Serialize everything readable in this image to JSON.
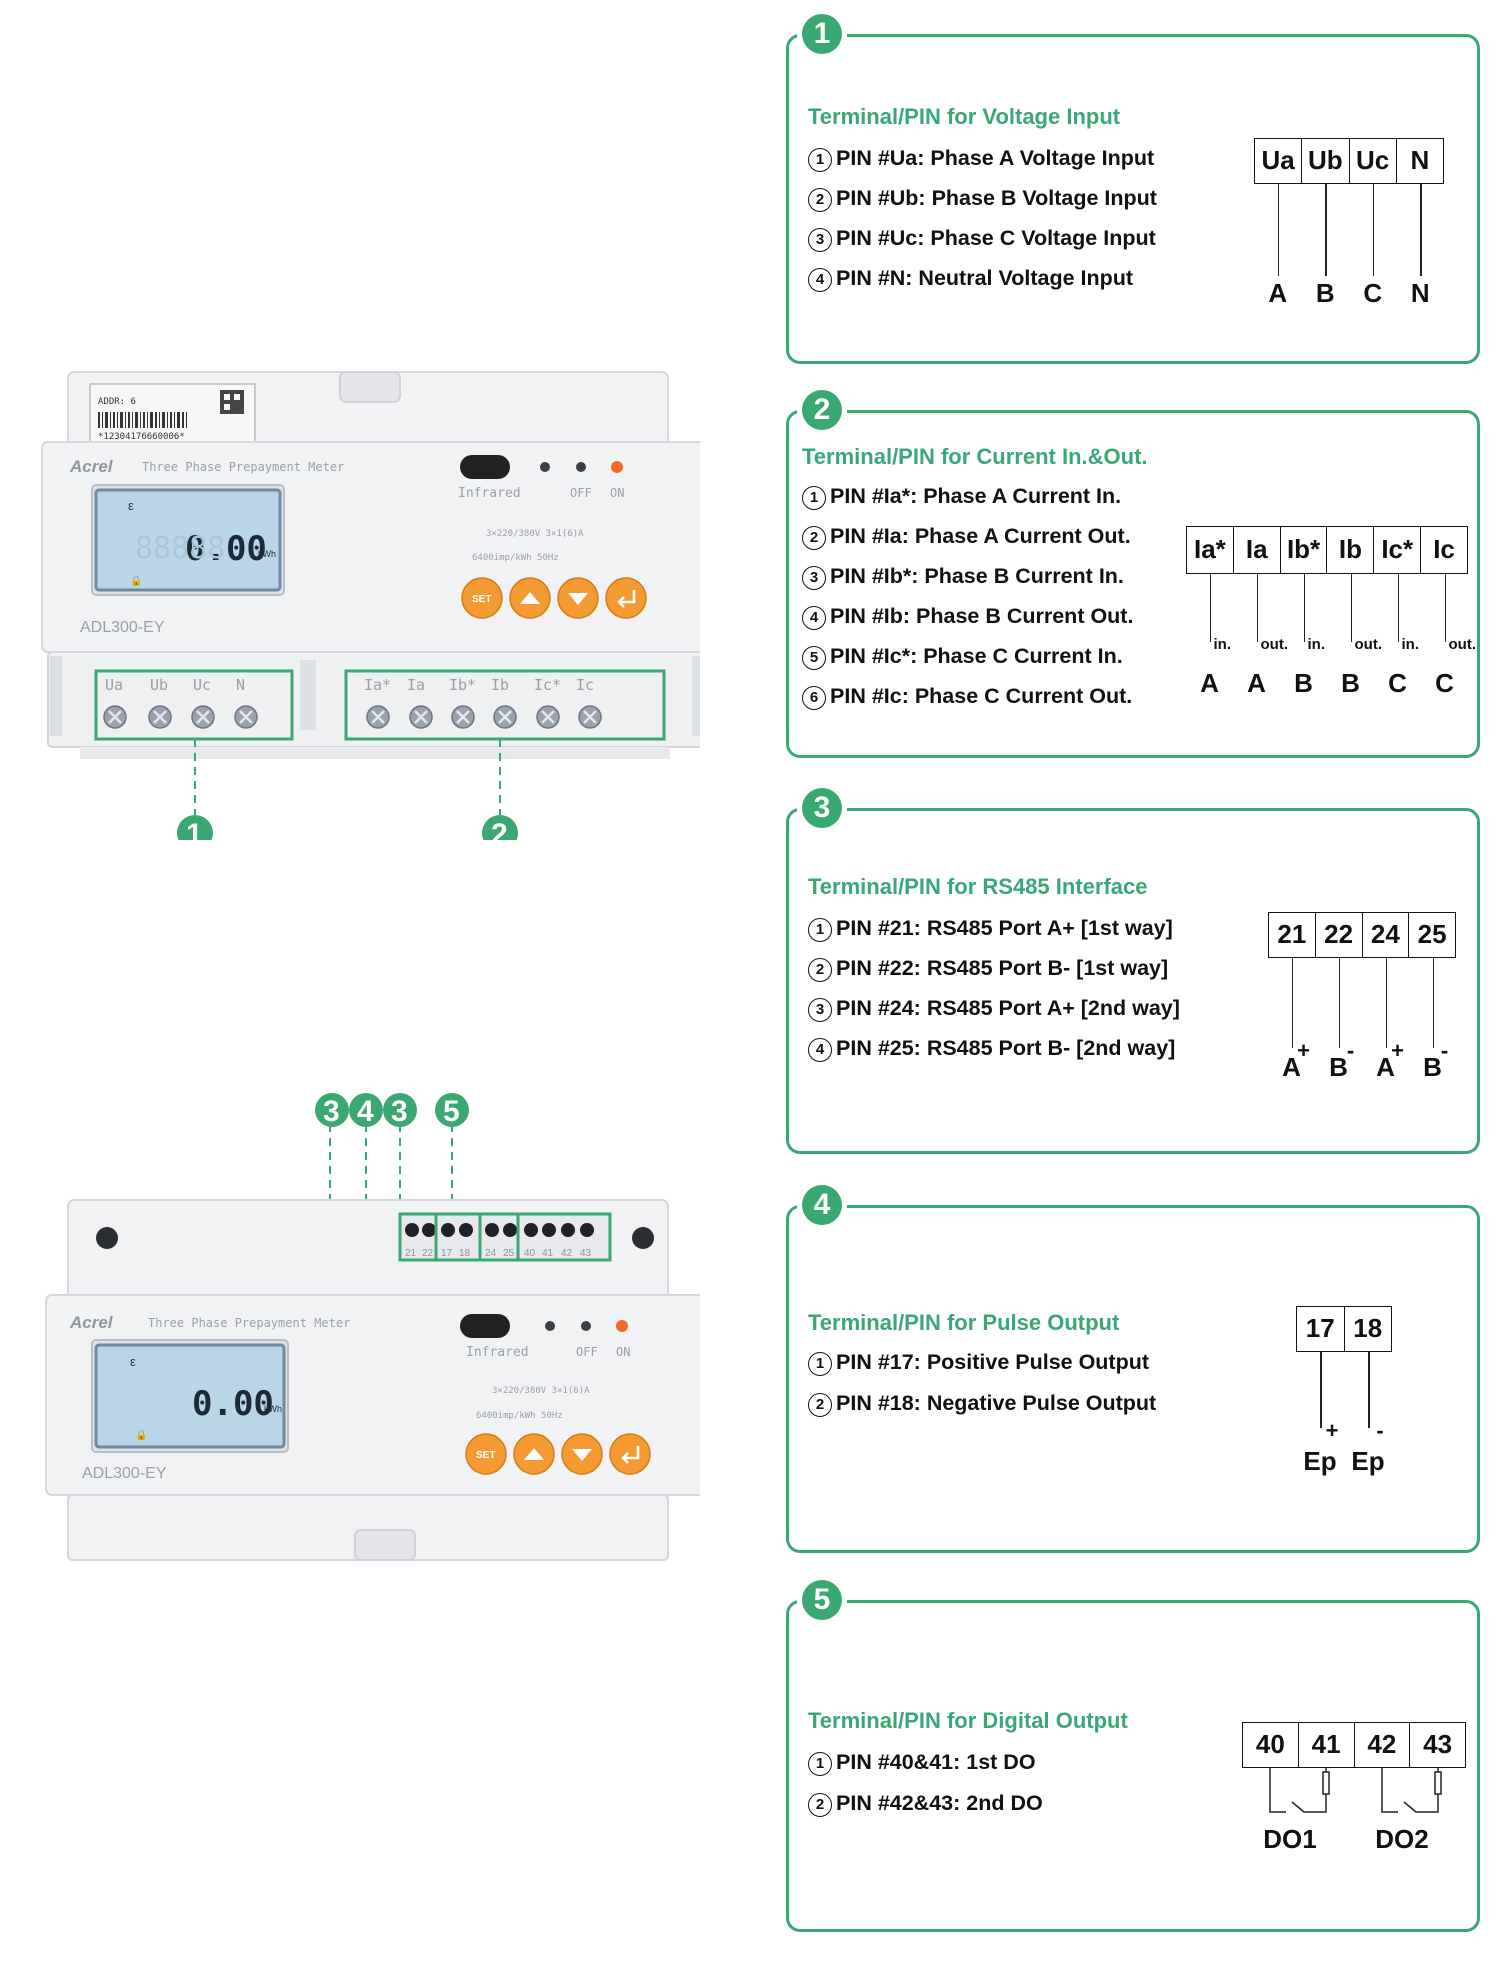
{
  "meter_front": {
    "brand": "Acrel",
    "model_title": "Three Phase Prepayment Meter",
    "model": "ADL300-EY",
    "addr_label": "ADDR: 6",
    "barcode_number": "*12304176660006*",
    "lcd_reading": "0.00",
    "lcd_unit": "kWh",
    "infrared_label": "Infrared",
    "off_label": "OFF",
    "on_label": "ON",
    "spec_line1": "3×220/380V 3×1(6)A",
    "spec_line2": "6400imp/kWh 50Hz",
    "set_label": "SET",
    "terminal_labels_left": [
      "Ua",
      "Ub",
      "Uc",
      "N"
    ],
    "terminal_labels_right": [
      "Ia*",
      "Ia",
      "Ib*",
      "Ib",
      "Ic*",
      "Ic"
    ],
    "markers": [
      "1",
      "2"
    ]
  },
  "meter_top": {
    "brand": "Acrel",
    "model_title": "Three Phase Prepayment Meter",
    "model": "ADL300-EY",
    "lcd_reading": "0.00",
    "lcd_unit": "kWh",
    "infrared_label": "Infrared",
    "off_label": "OFF",
    "on_label": "ON",
    "spec_line1": "3×220/380V 3×1(6)A",
    "spec_line2": "6400imp/kWh 50Hz",
    "set_label": "SET",
    "pin_numbers": [
      "21",
      "22",
      "17",
      "18",
      "24",
      "25",
      "40",
      "41",
      "42",
      "43"
    ],
    "markers": [
      "3",
      "4",
      "3",
      "5"
    ]
  },
  "panels": [
    {
      "badge": "1",
      "title": "Terminal/PIN for Voltage Input",
      "items": [
        {
          "num": "1",
          "text": "PIN #Ua: Phase A Voltage Input"
        },
        {
          "num": "2",
          "text": "PIN #Ub: Phase B Voltage Input"
        },
        {
          "num": "3",
          "text": "PIN #Uc: Phase C Voltage Input"
        },
        {
          "num": "4",
          "text": "PIN #N: Neutral Voltage Input"
        }
      ],
      "pins": [
        "Ua",
        "Ub",
        "Uc",
        "N"
      ],
      "pin_labels": [
        "A",
        "B",
        "C",
        "N"
      ]
    },
    {
      "badge": "2",
      "title": "Terminal/PIN for Current In.&Out.",
      "items": [
        {
          "num": "1",
          "text": "PIN #Ia*: Phase A Current In."
        },
        {
          "num": "2",
          "text": "PIN #Ia: Phase A Current Out."
        },
        {
          "num": "3",
          "text": "PIN #Ib*: Phase B Current In."
        },
        {
          "num": "4",
          "text": "PIN #Ib: Phase B Current Out."
        },
        {
          "num": "5",
          "text": "PIN #Ic*: Phase C Current In."
        },
        {
          "num": "6",
          "text": "PIN #Ic: Phase C Current Out."
        }
      ],
      "pins": [
        "Ia*",
        "Ia",
        "Ib*",
        "Ib",
        "Ic*",
        "Ic"
      ],
      "pin_subs": [
        "in.",
        "out.",
        "in.",
        "out.",
        "in.",
        "out."
      ],
      "pin_labels": [
        "A",
        "A",
        "B",
        "B",
        "C",
        "C"
      ]
    },
    {
      "badge": "3",
      "title": "Terminal/PIN for RS485 Interface",
      "items": [
        {
          "num": "1",
          "text": "PIN #21: RS485 Port A+ [1st way]"
        },
        {
          "num": "2",
          "text": "PIN #22: RS485 Port B- [1st way]"
        },
        {
          "num": "3",
          "text": "PIN #24: RS485 Port A+ [2nd way]"
        },
        {
          "num": "4",
          "text": "PIN #25: RS485 Port B- [2nd way]"
        }
      ],
      "pins": [
        "21",
        "22",
        "24",
        "25"
      ],
      "pin_signs": [
        "+",
        "-",
        "+",
        "-"
      ],
      "pin_labels": [
        "A",
        "B",
        "A",
        "B"
      ]
    },
    {
      "badge": "4",
      "title": "Terminal/PIN for Pulse Output",
      "items": [
        {
          "num": "1",
          "text": "PIN #17: Positive Pulse Output"
        },
        {
          "num": "2",
          "text": "PIN #18: Negative Pulse Output"
        }
      ],
      "pins": [
        "17",
        "18"
      ],
      "pin_signs": [
        "+",
        "-"
      ],
      "pin_labels": [
        "Ep",
        "Ep"
      ]
    },
    {
      "badge": "5",
      "title": "Terminal/PIN for Digital Output",
      "items": [
        {
          "num": "1",
          "text": "PIN #40&41: 1st DO"
        },
        {
          "num": "2",
          "text": "PIN #42&43: 2nd DO"
        }
      ],
      "pins": [
        "40",
        "41",
        "42",
        "43"
      ],
      "pin_labels": [
        "DO1",
        "DO2"
      ]
    }
  ],
  "colors": {
    "accent": "#3aa873",
    "button": "#f39a32",
    "lcd": "#b9d6e9"
  }
}
